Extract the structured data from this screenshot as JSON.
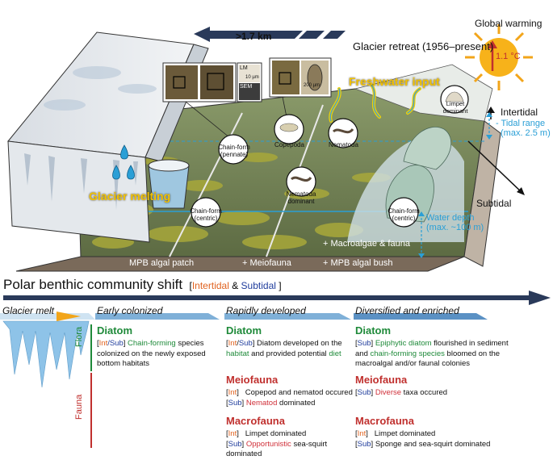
{
  "top": {
    "retreat_distance": ">1.7 km",
    "retreat_label": "Glacier retreat (1956–present)",
    "global_warming": "Global warming",
    "warming_value": "1.1 °C",
    "freshwater": "Freshwater input",
    "glacier_melting": "Glacier melting",
    "intertidal": "Intertidal",
    "tidal_range": "Tidal range",
    "tidal_range_val": "(max. 2.5 m)",
    "subtidal": "Subtidal",
    "water_depth": "Water depth",
    "water_depth_val": "(max. ~100 m)",
    "macroalgae": "+ Macroalgae & fauna",
    "bottom_band": [
      "MPB algal patch",
      "+ Meiofauna",
      "+ MPB algal bush"
    ],
    "micro": {
      "lm": "LM",
      "lm_scale": "10 µm",
      "sem": "SEM",
      "cop_scale": "200 µm"
    },
    "callouts": {
      "chain_pennate": [
        "Chain-form",
        "(pennate)"
      ],
      "copepoda": "Copepoda",
      "nematoda": "Nematoda",
      "limpet": [
        "Limpet",
        "dominant"
      ],
      "nematoda_dom": [
        "Nematoda",
        "dominant"
      ],
      "chain_centric_left": [
        "Chain-form",
        "(centric)"
      ],
      "chain_centric_right": [
        "Chain-form",
        "(centric)"
      ]
    }
  },
  "shift": {
    "title": "Polar benthic community shift",
    "bracket_open": "[",
    "intertidal": "Intertidal",
    "amp": " & ",
    "subtidal": "Subtidal",
    "bracket_close": " ]"
  },
  "stages": [
    "Glacier melt",
    "Early colonized",
    "Rapidly developed",
    "Diversified and enriched"
  ],
  "side": {
    "flora": "Flora",
    "fauna": "Fauna"
  },
  "colors": {
    "int": "#e0621f",
    "sub": "#1f3c9c",
    "green": "#1f8a3a",
    "red": "#c0302e",
    "blue": "#2a9fd6"
  },
  "col1": {
    "diatom": "Diatom",
    "tag_int": "Int",
    "tag_slash": "/",
    "tag_sub": "Sub",
    "hl": "Chain-forming",
    "text1": " species",
    "text2": "colonized on the newly exposed",
    "text3": "bottom habitats"
  },
  "col2": {
    "diatom": "Diatom",
    "d_tag_int": "Int",
    "d_slash": "/",
    "d_tag_sub": "Sub",
    "d_text1": "Diatom developed on the",
    "d_hl1": "habitat",
    "d_text2": " and provided potential ",
    "d_hl2": "diet",
    "meio": "Meiofauna",
    "m1_tag": "Int",
    "m1_text": "Copepod and nematod occured",
    "m2_tag": "Sub",
    "m2_hl": "Nematod",
    "m2_text": " dominated",
    "macro": "Macrofauna",
    "a1_tag": "Int",
    "a1_text": "Limpet dominated",
    "a2_tag": "Sub",
    "a2_hl": "Opportunistic",
    "a2_text": " sea-squirt dominated"
  },
  "col3": {
    "diatom": "Diatom",
    "d_tag": "Sub",
    "d_hl1": "Epiphytic diatom",
    "d_text1": " flourished in sediment",
    "d_text2a": "and ",
    "d_hl2": "chain-forming species",
    "d_text2b": " bloomed on the",
    "d_text3": "macroalgal and/or faunal colonies",
    "meio": "Meiofauna",
    "m1_tag": "Sub",
    "m1_hl": "Diverse",
    "m1_text": " taxa occured",
    "macro": "Macrofauna",
    "a1_tag": "Int",
    "a1_text": "Limpet dominated",
    "a2_tag": "Sub",
    "a2_text": "Sponge and sea-squirt dominated"
  }
}
